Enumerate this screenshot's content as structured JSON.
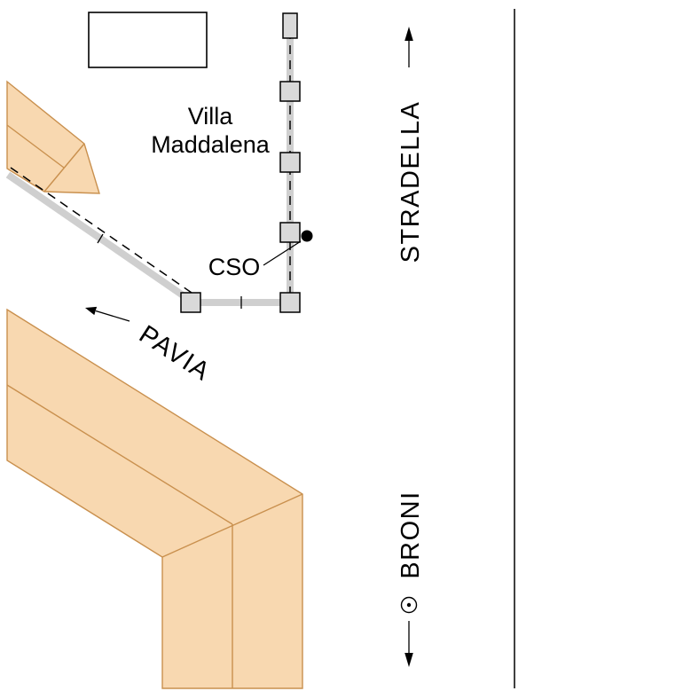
{
  "map": {
    "place_labels": {
      "villa_line1": "Villa",
      "villa_line2": "Maddalena",
      "cso": "CSO"
    },
    "direction_labels": {
      "north_road": "STRADELLA",
      "west_road": "PAVIA",
      "south_road": "BRONI"
    },
    "colors": {
      "parcel_fill": "#f8d8b0",
      "box_fill": "#d9d9d9",
      "pipe_gray": "#cfcfcf"
    }
  }
}
